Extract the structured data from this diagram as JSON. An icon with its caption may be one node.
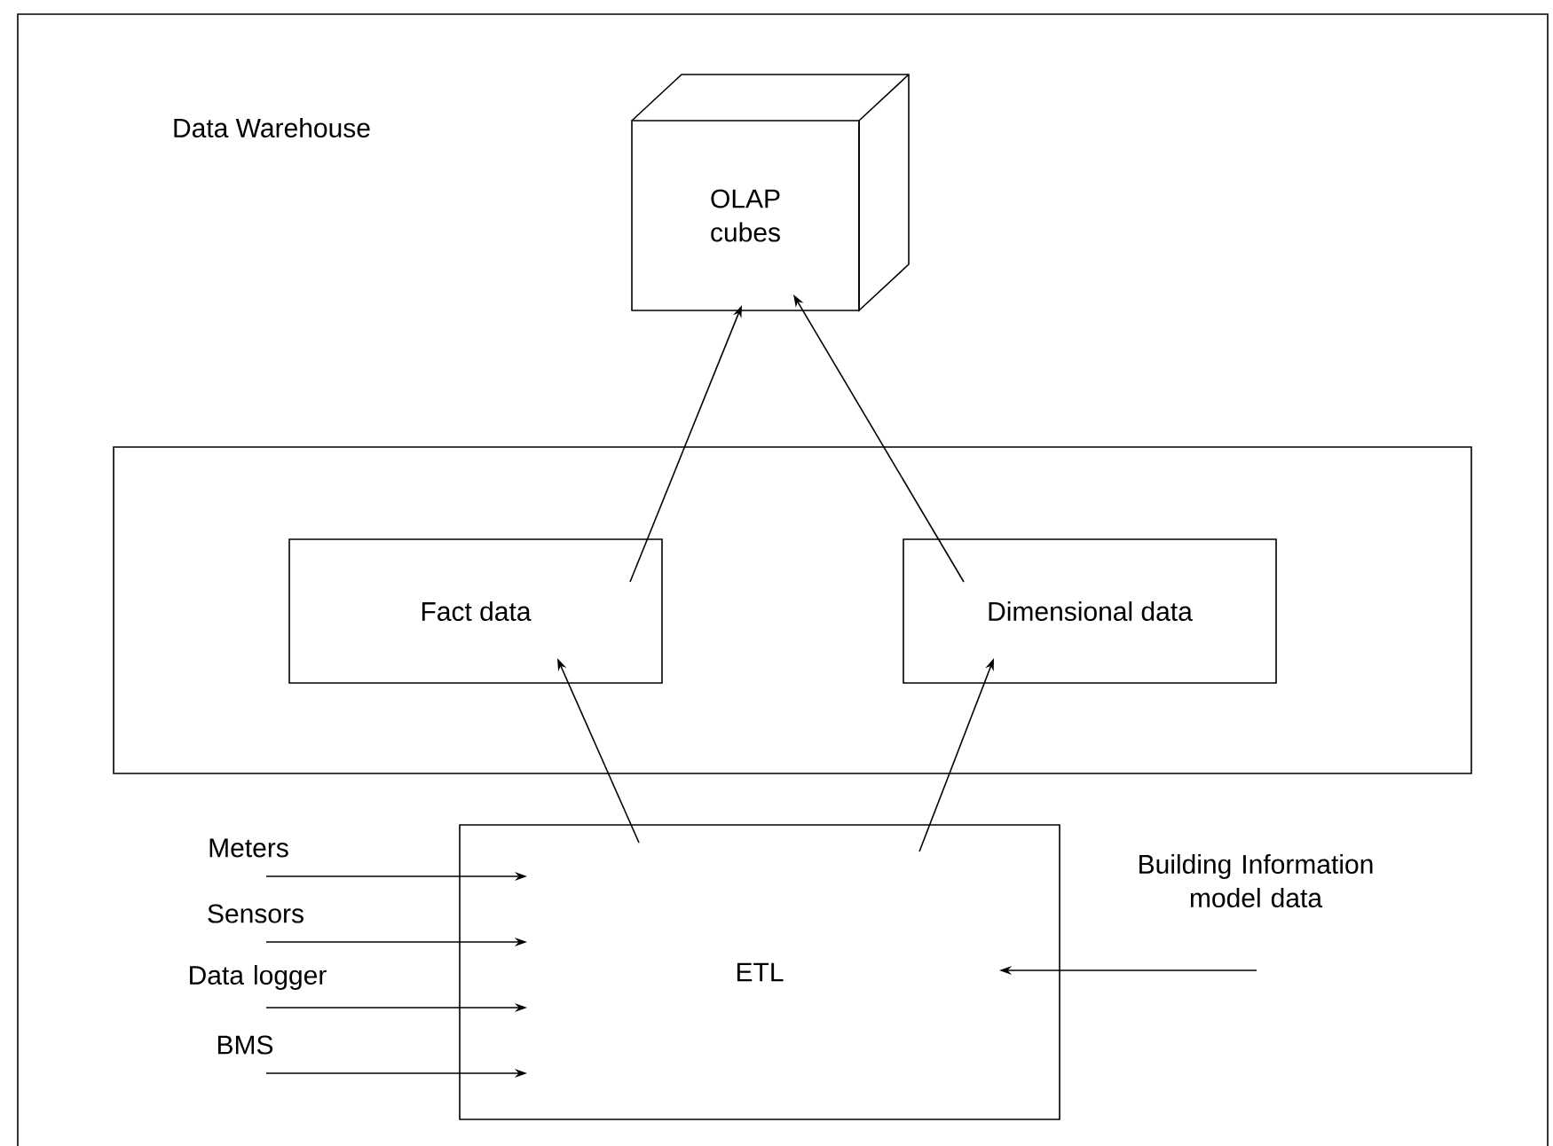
{
  "diagram": {
    "nodes": [
      {
        "text": [
          "Data Warehouse"
        ]
      },
      {
        "text": [
          "OLAP cubes"
        ],
        "in": 0
      },
      {
        "text": [],
        "shape": "box",
        "in": 0
      },
      {
        "text": [
          "Fact data"
        ],
        "in": 2
      },
      {
        "text": [
          "Dimensional data"
        ],
        "in": 2
      },
      {
        "text": [
          "ETL"
        ],
        "in": 0
      },
      {
        "text": [
          "Meters"
        ],
        "in": 0
      },
      {
        "text": [
          "Sensors"
        ],
        "in": 0
      },
      {
        "text": [
          "Data logger"
        ],
        "in": 0
      },
      {
        "text": [
          "BMS"
        ],
        "in": 0
      },
      {
        "text": [
          "Building Information model data"
        ],
        "in": 0
      }
    ],
    "edges": [
      {
        "from": 3,
        "to": 1,
        "arrow": "to"
      },
      {
        "from": 4,
        "to": 1,
        "arrow": "to"
      },
      {
        "from": 5,
        "to": 3,
        "arrow": "to"
      },
      {
        "from": 5,
        "to": 4,
        "arrow": "to"
      },
      {
        "from": 6,
        "to": 5,
        "arrow": "to"
      },
      {
        "from": 7,
        "to": 5,
        "arrow": "to"
      },
      {
        "from": 8,
        "to": 5,
        "arrow": "to"
      },
      {
        "from": 9,
        "to": 5,
        "arrow": "to"
      },
      {
        "from": 10,
        "to": 5,
        "arrow": "to"
      }
    ]
  }
}
